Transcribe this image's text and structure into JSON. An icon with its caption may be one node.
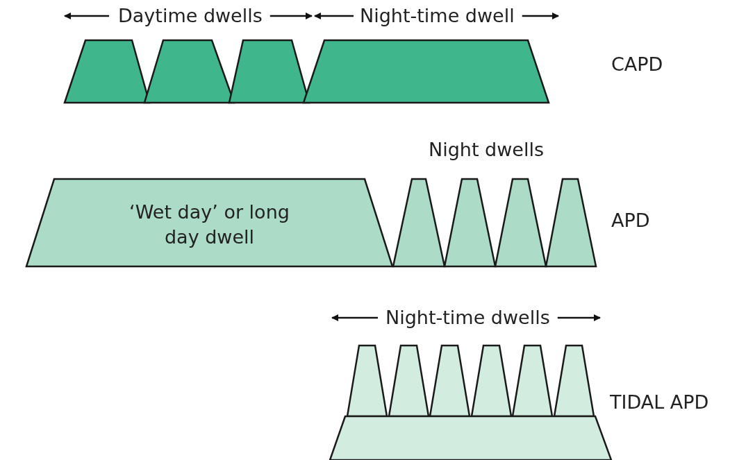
{
  "diagram": {
    "nodes": [
      {
        "text": [],
        "shape": "trapezoid"
      },
      {
        "text": [],
        "shape": "trapezoid"
      },
      {
        "text": [],
        "shape": "trapezoid"
      },
      {
        "text": [],
        "shape": "trapezoid"
      },
      {
        "text": [
          "‘Wet day’ or long day dwell"
        ]
      },
      {
        "text": [],
        "shape": "trapezoid"
      },
      {
        "text": [],
        "shape": "trapezoid"
      },
      {
        "text": [],
        "shape": "trapezoid"
      },
      {
        "text": [],
        "shape": "trapezoid"
      },
      {
        "text": [],
        "shape": "trapezoid"
      },
      {
        "text": [],
        "shape": "trapezoid"
      },
      {
        "text": [],
        "shape": "trapezoid"
      },
      {
        "text": [],
        "shape": "trapezoid"
      },
      {
        "text": [],
        "shape": "trapezoid"
      },
      {
        "text": [],
        "shape": "trapezoid"
      },
      {
        "text": [],
        "shape": "trapezoid"
      }
    ],
    "edges": [],
    "labels": [
      "Daytime dwells",
      "Night-time dwell",
      "CAPD",
      "Night dwells",
      "APD",
      "Night-time dwells",
      "TIDAL APD"
    ]
  }
}
